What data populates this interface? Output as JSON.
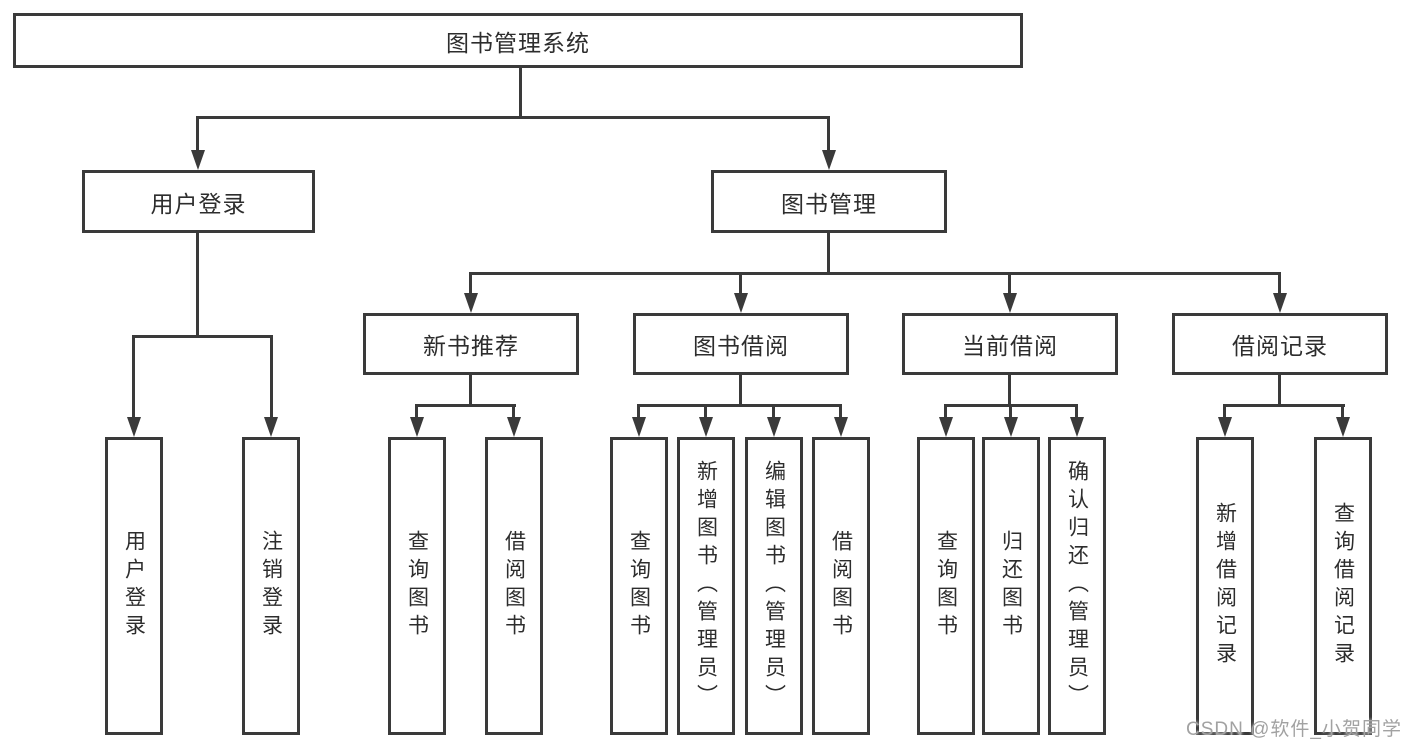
{
  "diagram_title": "图书管理系统",
  "colors": {
    "line": "#3a3a3a",
    "text": "#2d2d2d",
    "box_background": "#ffffff",
    "page_background": "#ffffff",
    "watermark": "#a2a2a2"
  },
  "nodes": {
    "root": "图书管理系统",
    "user_login": "用户登录",
    "book_mgmt": "图书管理",
    "new_book_rec": "新书推荐",
    "book_borrow": "图书借阅",
    "current_borrow": "当前借阅",
    "borrow_records": "借阅记录",
    "leaf_user_login": "用户登录",
    "leaf_logout": "注销登录",
    "leaf_query_book_a": "查询图书",
    "leaf_borrow_book_a": "借阅图书",
    "leaf_query_book_b": "查询图书",
    "leaf_add_book": "新增图书（管理员）",
    "leaf_edit_book": "编辑图书（管理员）",
    "leaf_borrow_book_b": "借阅图书",
    "leaf_query_book_c": "查询图书",
    "leaf_return_book": "归还图书",
    "leaf_confirm_return": "确认归还（管理员）",
    "leaf_add_record": "新增借阅记录",
    "leaf_query_record": "查询借阅记录"
  },
  "hierarchy": {
    "图书管理系统": {
      "用户登录": [
        "用户登录",
        "注销登录"
      ],
      "图书管理": {
        "新书推荐": [
          "查询图书",
          "借阅图书"
        ],
        "图书借阅": [
          "查询图书",
          "新增图书（管理员）",
          "编辑图书（管理员）",
          "借阅图书"
        ],
        "当前借阅": [
          "查询图书",
          "归还图书",
          "确认归还（管理员）"
        ],
        "借阅记录": [
          "新增借阅记录",
          "查询借阅记录"
        ]
      }
    }
  },
  "watermark": "CSDN @软件_小贺同学"
}
